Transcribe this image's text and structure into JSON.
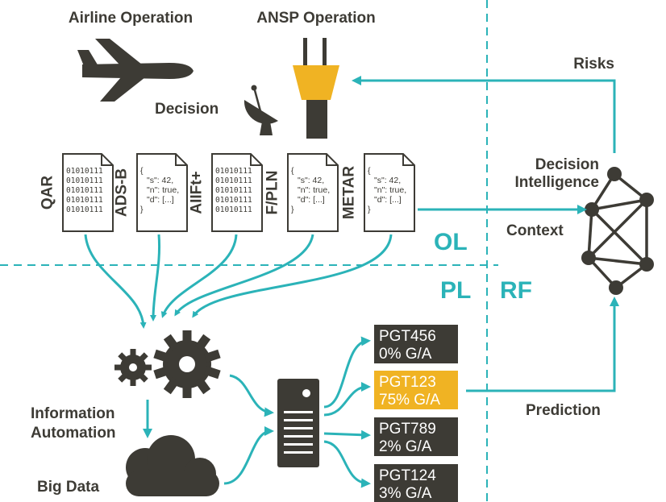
{
  "headers": {
    "airline": "Airline Operation",
    "ansp": "ANSP Operation"
  },
  "labels": {
    "decision": "Decision",
    "risks": "Risks",
    "decision_intelligence_1": "Decision",
    "decision_intelligence_2": "Intelligence",
    "context": "Context",
    "prediction": "Prediction",
    "info_automation_1": "Information",
    "info_automation_2": "Automation",
    "big_data": "Big Data"
  },
  "layers": {
    "ol": "OL",
    "pl": "PL",
    "rf": "RF"
  },
  "sources": [
    {
      "name": "QAR",
      "kind": "binary"
    },
    {
      "name": "ADS-B",
      "kind": "json"
    },
    {
      "name": "AIIFt+",
      "kind": "binary"
    },
    {
      "name": "F/PLN",
      "kind": "json"
    },
    {
      "name": "METAR",
      "kind": "json"
    }
  ],
  "doc_content": {
    "binary": [
      "01010111",
      "01010111",
      "01010111",
      "01010111",
      "01010111"
    ],
    "json": [
      "{",
      "\"s\": 42,",
      "\"n\": true,",
      "\"d\": [...]",
      "}"
    ]
  },
  "flights": [
    {
      "id": "PGT456",
      "value": "0% G/A",
      "highlight": false
    },
    {
      "id": "PGT123",
      "value": "75% G/A",
      "highlight": true
    },
    {
      "id": "PGT789",
      "value": "2% G/A",
      "highlight": false
    },
    {
      "id": "PGT124",
      "value": "3% G/A",
      "highlight": false
    }
  ],
  "colors": {
    "teal": "#2bb3b8",
    "dark": "#3d3b35",
    "amber": "#f0b323",
    "white": "#ffffff"
  },
  "icons": {
    "airplane": "airplane-icon",
    "traffic_light": "traffic-light-icon",
    "radar": "radar-dish-icon",
    "gears": "gears-icon",
    "cloud": "cloud-icon",
    "server": "server-icon",
    "network": "network-graph-icon"
  }
}
